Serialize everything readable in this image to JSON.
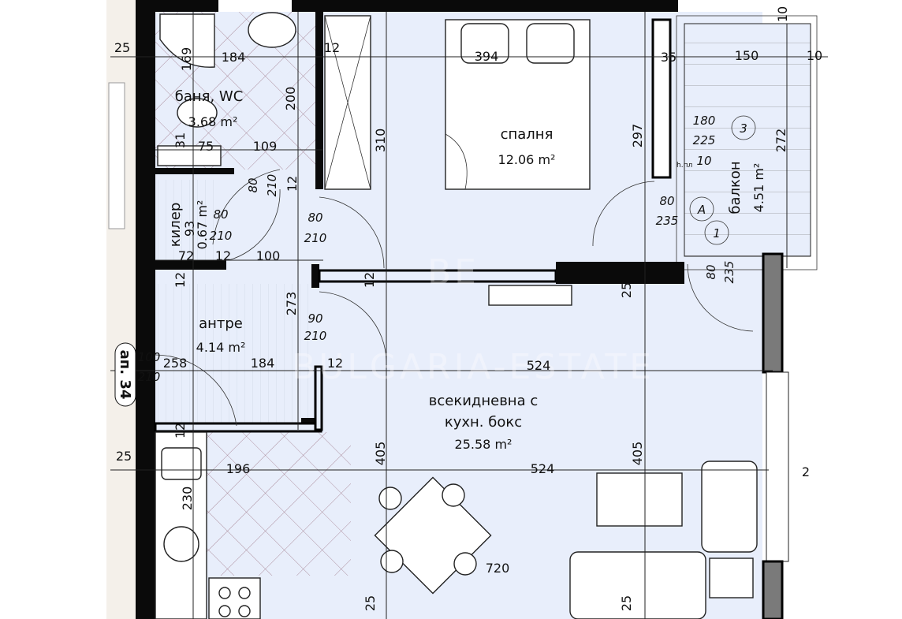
{
  "apartment_label": "ап. 34",
  "watermark": {
    "logo": "BE",
    "text": "BULGARIA-ESTATE"
  },
  "colors": {
    "floor": "#e8eefb",
    "wall": "#0a0a0a",
    "tile_grid": "#a07a8a"
  },
  "rooms": {
    "bathroom": {
      "name": "баня, WC",
      "area": "3.68 m²"
    },
    "pantry": {
      "name": "килер",
      "area": "0.67 m²",
      "extra": "93"
    },
    "bedroom": {
      "name": "спалня",
      "area": "12.06 m²"
    },
    "balcony": {
      "name": "балкон",
      "area": "4.51 m²"
    },
    "hall": {
      "name": "антре",
      "area": "4.14 m²"
    },
    "living": {
      "name": "всекидневна с",
      "name2": "кухн. бокс",
      "area": "25.58 m²"
    }
  },
  "markers": {
    "window_3": "3",
    "door_A": "A",
    "door_1": "1",
    "hpl": "h.пл"
  },
  "dims": [
    "25",
    "169",
    "184",
    "12",
    "394",
    "35",
    "150",
    "10",
    "10",
    "200",
    "310",
    "297",
    "272",
    "180",
    "225",
    "10",
    "31",
    "75",
    "109",
    "80",
    "210",
    "12",
    "80",
    "210",
    "80",
    "210",
    "72",
    "12",
    "100",
    "12",
    "12",
    "273",
    "90",
    "210",
    "100",
    "210",
    "258",
    "184",
    "12",
    "524",
    "12",
    "25",
    "196",
    "405",
    "524",
    "405",
    "230",
    "720",
    "25",
    "25",
    "80",
    "235",
    "80",
    "235",
    "25",
    "2"
  ]
}
